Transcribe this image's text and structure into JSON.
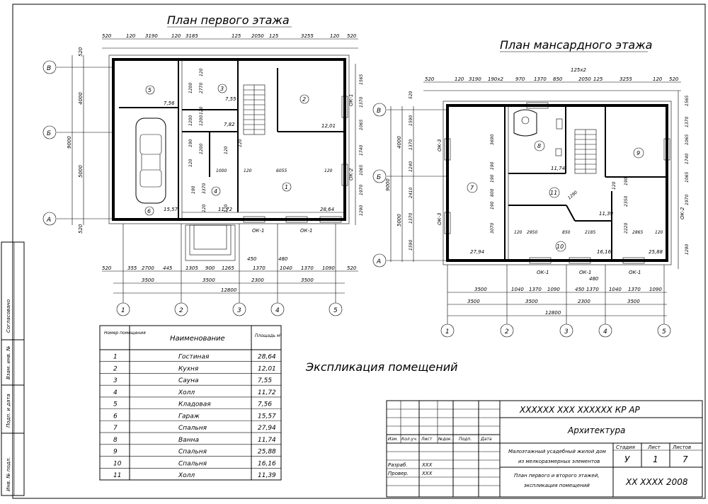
{
  "titles": {
    "plan1": "План первого этажа",
    "plan2": "План мансардного этажа",
    "explication": "Экспликация помещений"
  },
  "axes": {
    "letters": [
      "А",
      "Б",
      "В"
    ],
    "numbers": [
      "1",
      "2",
      "3",
      "4",
      "5"
    ]
  },
  "plan1": {
    "dims_top": [
      "520",
      "120",
      "3190",
      "120",
      "3185",
      "125",
      "2050",
      "125",
      "3255",
      "120",
      "520"
    ],
    "dims_bottom_row1": [
      "520",
      "355",
      "2700",
      "445",
      "1305",
      "900",
      "1265",
      "450",
      "1370",
      "480",
      "1040",
      "1370",
      "1090",
      "520"
    ],
    "dims_bottom_row2": [
      "3500",
      "3500",
      "2300",
      "3500"
    ],
    "dims_total": "12800",
    "dims_left_outer": [
      "520",
      "4000",
      "5000",
      "520"
    ],
    "dims_left_inner": [
      "9000"
    ],
    "dims_right": [
      "1565",
      "1370",
      "1065",
      "1740",
      "1065",
      "1970",
      "1290"
    ],
    "rooms": [
      {
        "num": "1",
        "area": "28,64"
      },
      {
        "num": "2",
        "area": "12,01"
      },
      {
        "num": "3",
        "area": "7,55"
      },
      {
        "num": "4",
        "area": "11,72"
      },
      {
        "num": "5",
        "area": "7,56"
      },
      {
        "num": "6",
        "area": "15,57"
      }
    ],
    "inner_dims": [
      "1200",
      "2770",
      "120",
      "1200",
      "120",
      "1200",
      "1200",
      "190",
      "120",
      "1000",
      "120",
      "6055",
      "120",
      "3370",
      "120",
      "120",
      "120",
      "190",
      "120"
    ],
    "windows": [
      "ОК-1",
      "ОК-1",
      "ОК-1",
      "ОК-2"
    ],
    "extra_areas": [
      "7,82"
    ]
  },
  "plan2": {
    "dims_top": [
      "520",
      "120",
      "3190",
      "190х2",
      "970",
      "1370",
      "850",
      "2050",
      "125",
      "3255",
      "120",
      "520"
    ],
    "dims_top_extra": "125х2",
    "dims_bottom_row1": [
      "3500",
      "1040",
      "1370",
      "1090",
      "450",
      "1370",
      "1040",
      "1370",
      "1090"
    ],
    "dims_bottom_row2": [
      "3500",
      "3500",
      "2300",
      "3500"
    ],
    "dims_total": "12800",
    "dims_bottom_extra": [
      "480"
    ],
    "dims_left_outer": [
      "520",
      "4000",
      "5000"
    ],
    "dims_left_inner": [
      "1590",
      "1370",
      "1240",
      "2410",
      "1370",
      "1590"
    ],
    "dims_left_total": "9000",
    "dims_right": [
      "1565",
      "1370",
      "1065",
      "1740",
      "1065",
      "1970",
      "1290"
    ],
    "rooms": [
      {
        "num": "7",
        "area": "27,94"
      },
      {
        "num": "8",
        "area": "11,74"
      },
      {
        "num": "9",
        "area": "25,88"
      },
      {
        "num": "10",
        "area": "16,16"
      },
      {
        "num": "11",
        "area": "11,39"
      }
    ],
    "inner_dims": [
      "3690",
      "190",
      "800",
      "190",
      "3070",
      "190",
      "2950",
      "850",
      "2185",
      "2865",
      "120",
      "120",
      "2350",
      "2220",
      "1290",
      "120",
      "190"
    ],
    "windows": [
      "ОК-1",
      "ОК-1",
      "ОК-1",
      "ОК-2",
      "ОК-3",
      "ОК-3"
    ]
  },
  "table": {
    "headers": {
      "num": "Номер помещения",
      "name": "Наименование",
      "area": "Площадь м²"
    },
    "rows": [
      {
        "num": "1",
        "name": "Гостиная",
        "area": "28,64"
      },
      {
        "num": "2",
        "name": "Кухня",
        "area": "12,01"
      },
      {
        "num": "3",
        "name": "Сауна",
        "area": "7,55"
      },
      {
        "num": "4",
        "name": "Холл",
        "area": "11,72"
      },
      {
        "num": "5",
        "name": "Кладовая",
        "area": "7,56"
      },
      {
        "num": "6",
        "name": "Гараж",
        "area": "15,57"
      },
      {
        "num": "7",
        "name": "Спальня",
        "area": "27,94"
      },
      {
        "num": "8",
        "name": "Ванна",
        "area": "11,74"
      },
      {
        "num": "9",
        "name": "Спальня",
        "area": "25,88"
      },
      {
        "num": "10",
        "name": "Спальня",
        "area": "16,16"
      },
      {
        "num": "11",
        "name": "Холл",
        "area": "11,39"
      }
    ]
  },
  "side_stamp": [
    "Согласовано",
    "Взам. инв. №",
    "Подп. и дата",
    "Инв. № подл."
  ],
  "title_block": {
    "code": "XXXXXX  XXX  XXXXXX  КР  АР",
    "section": "Архитектура",
    "cols": [
      "Изм.",
      "Кол.уч.",
      "Лист",
      "№док.",
      "Подп.",
      "Дата"
    ],
    "roles": [
      {
        "role": "Разраб.",
        "name": "XXX"
      },
      {
        "role": "Провер.",
        "name": "XXX"
      }
    ],
    "project_line1": "Малоэтажный усадебный жилой дом",
    "project_line2": "из мелкоразмерных элементов",
    "sheet_line1": "План первого и второго этажей,",
    "sheet_line2": "экспликация помещений",
    "stage_label": "Стадия",
    "sheet_label": "Лист",
    "sheets_label": "Листов",
    "stage": "У",
    "sheet": "1",
    "sheets": "7",
    "org": "XX XXXX 2008"
  }
}
